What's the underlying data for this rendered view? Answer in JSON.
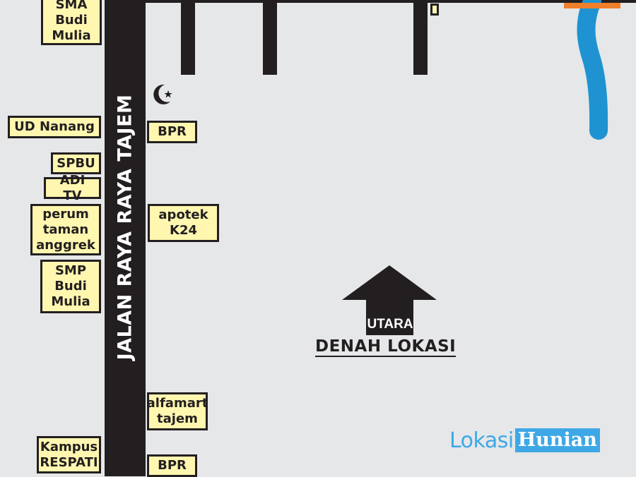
{
  "map": {
    "road_name": "JALAN RAYA RAYA TAJEM",
    "title": "DENAH LOKASI",
    "north_label": "UTARA",
    "landmarks_left": [
      {
        "lines": [
          "SMA",
          "Budi",
          "Mulia"
        ]
      },
      {
        "lines": [
          "UD Nanang"
        ]
      },
      {
        "lines": [
          "SPBU"
        ]
      },
      {
        "lines": [
          "ADI TV"
        ]
      },
      {
        "lines": [
          "perum",
          "taman",
          "anggrek"
        ]
      },
      {
        "lines": [
          "SMP",
          "Budi",
          "Mulia"
        ]
      },
      {
        "lines": [
          "Kampus",
          "RESPATI"
        ]
      }
    ],
    "landmarks_right": [
      {
        "lines": [
          "BPR"
        ]
      },
      {
        "lines": [
          "apotek",
          "K24"
        ]
      },
      {
        "lines": [
          "alfamart",
          "tajem"
        ]
      },
      {
        "lines": [
          "BPR"
        ]
      }
    ],
    "icons": [
      "mosque-crescent-star-icon",
      "north-arrow-icon"
    ],
    "colors": {
      "road": "#231f20",
      "background": "#e6e7e9",
      "landmark_fill": "#fff7b0",
      "river": "#1f93d1",
      "bridge": "#f07f2b",
      "watermark": "#3ea8e6"
    }
  },
  "watermark": {
    "part1": "Lokasi",
    "part2": "Hunian"
  }
}
